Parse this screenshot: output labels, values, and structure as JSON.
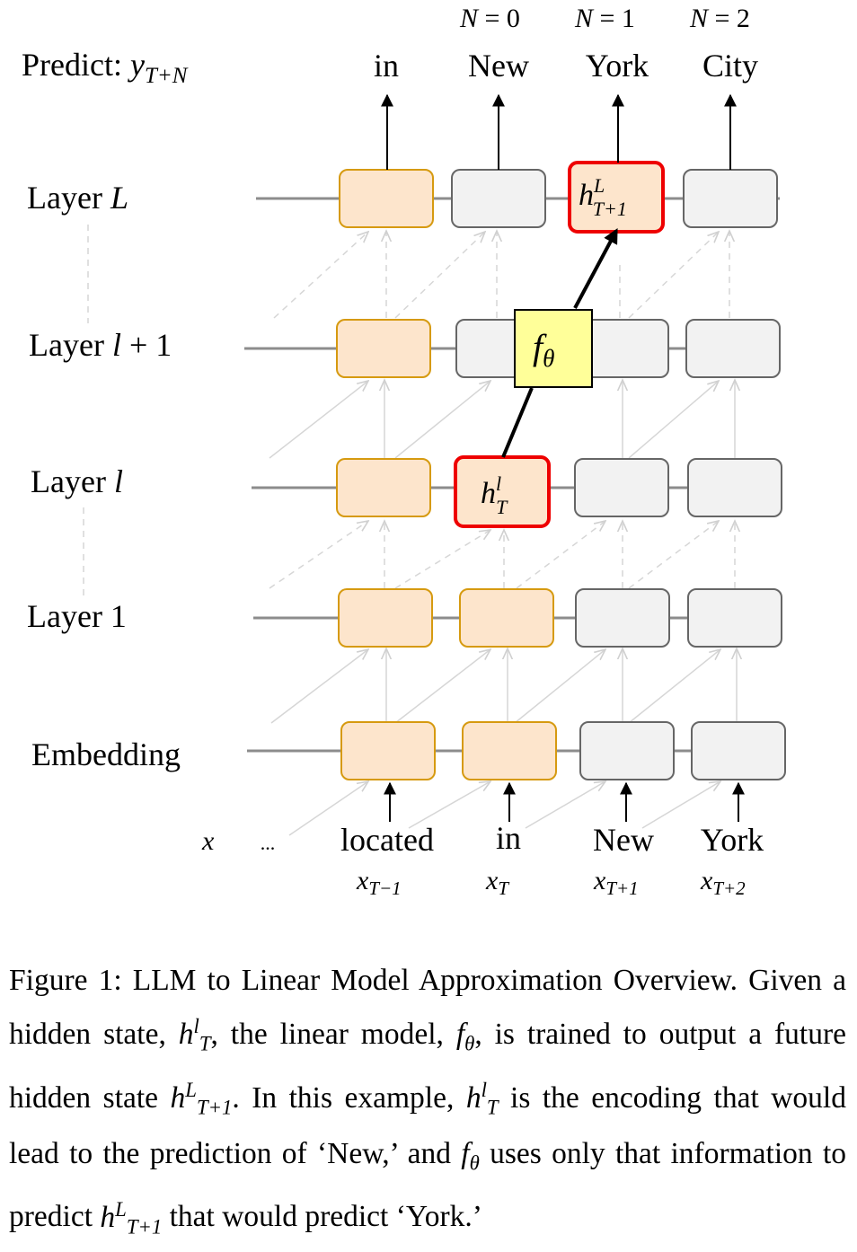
{
  "diagram": {
    "predict_label": "Predict: ",
    "predict_var": "y",
    "predict_sub": "T+N",
    "n_labels": [
      {
        "lhs": "N",
        "eq": " = 0"
      },
      {
        "lhs": "N",
        "eq": " = 1"
      },
      {
        "lhs": "N",
        "eq": " = 2"
      }
    ],
    "output_tokens": [
      "in",
      "New",
      "York",
      "City"
    ],
    "layers": [
      {
        "name": "Layer ",
        "var": "L"
      },
      {
        "name": "Layer ",
        "var": "l",
        "suffix": " + 1"
      },
      {
        "name": "Layer ",
        "var": "l"
      },
      {
        "name": "Layer 1"
      },
      {
        "name": "Embedding"
      }
    ],
    "input_row_label": "x",
    "ellipsis": "...",
    "input_tokens": [
      "located",
      "in",
      "New",
      "York"
    ],
    "input_vars": [
      {
        "base": "x",
        "sub": "T−1"
      },
      {
        "base": "x",
        "sub": "T"
      },
      {
        "base": "x",
        "sub": "T+1"
      },
      {
        "base": "x",
        "sub": "T+2"
      }
    ],
    "f_theta": {
      "base": "f",
      "sub": "θ"
    },
    "hidden_T_l": {
      "base": "h",
      "sup": "l",
      "sub": "T"
    },
    "hidden_T1_L": {
      "base": "h",
      "sup": "L",
      "sub": "T+1"
    },
    "colors": {
      "orange_fill": "#fde5cc",
      "orange_border": "#d69a10",
      "gray_fill": "#f2f2f2",
      "gray_border": "#666666",
      "red_border": "#ee0000",
      "yellow_fill": "#ffff99",
      "line_gray": "#8c8c8c",
      "dashed_gray": "#d6d6d6"
    }
  },
  "caption": {
    "p1": "Figure 1:  LLM to Linear Model Approximation Overview. Given a hidden state, ",
    "p2": ", the linear model, ",
    "p3": ", is trained to output a future hidden state ",
    "p4": ". In this example, ",
    "p5": " is the encoding that would lead to the prediction of ‘New,’ and ",
    "p6": " uses only that information to predict ",
    "p7": " that would predict ‘York.’"
  }
}
